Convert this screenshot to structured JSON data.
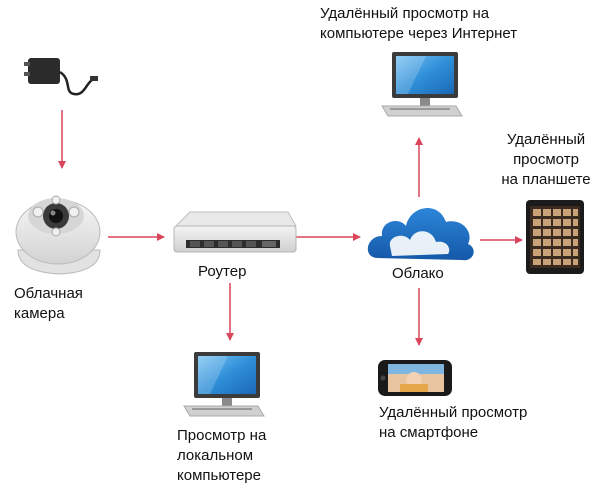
{
  "nodes": {
    "power_adapter": {
      "icon": "power-adapter-icon"
    },
    "camera": {
      "icon": "dome-camera-icon",
      "label": "Облачная\nкамера"
    },
    "router": {
      "icon": "router-icon",
      "label": "Роутер"
    },
    "cloud": {
      "icon": "cloud-icon",
      "label": "Облако"
    },
    "remote_pc": {
      "icon": "desktop-computer-icon",
      "label": "Удалённый просмотр на\nкомпьютере через Интернет"
    },
    "tablet": {
      "icon": "tablet-icon",
      "label": "Удалённый\nпросмотр\nна планшете"
    },
    "smartphone": {
      "icon": "smartphone-icon",
      "label": "Удалённый просмотр\nна смартфоне"
    },
    "local_pc": {
      "icon": "desktop-computer-icon",
      "label": "Просмотр на\nлокальном\nкомпьютере"
    }
  },
  "colors": {
    "arrow": "#d9475c",
    "monitor_screen": "#2f8fd8",
    "cloud_blue": "#1e6fc4",
    "device_gray": "#9a9a9a"
  }
}
